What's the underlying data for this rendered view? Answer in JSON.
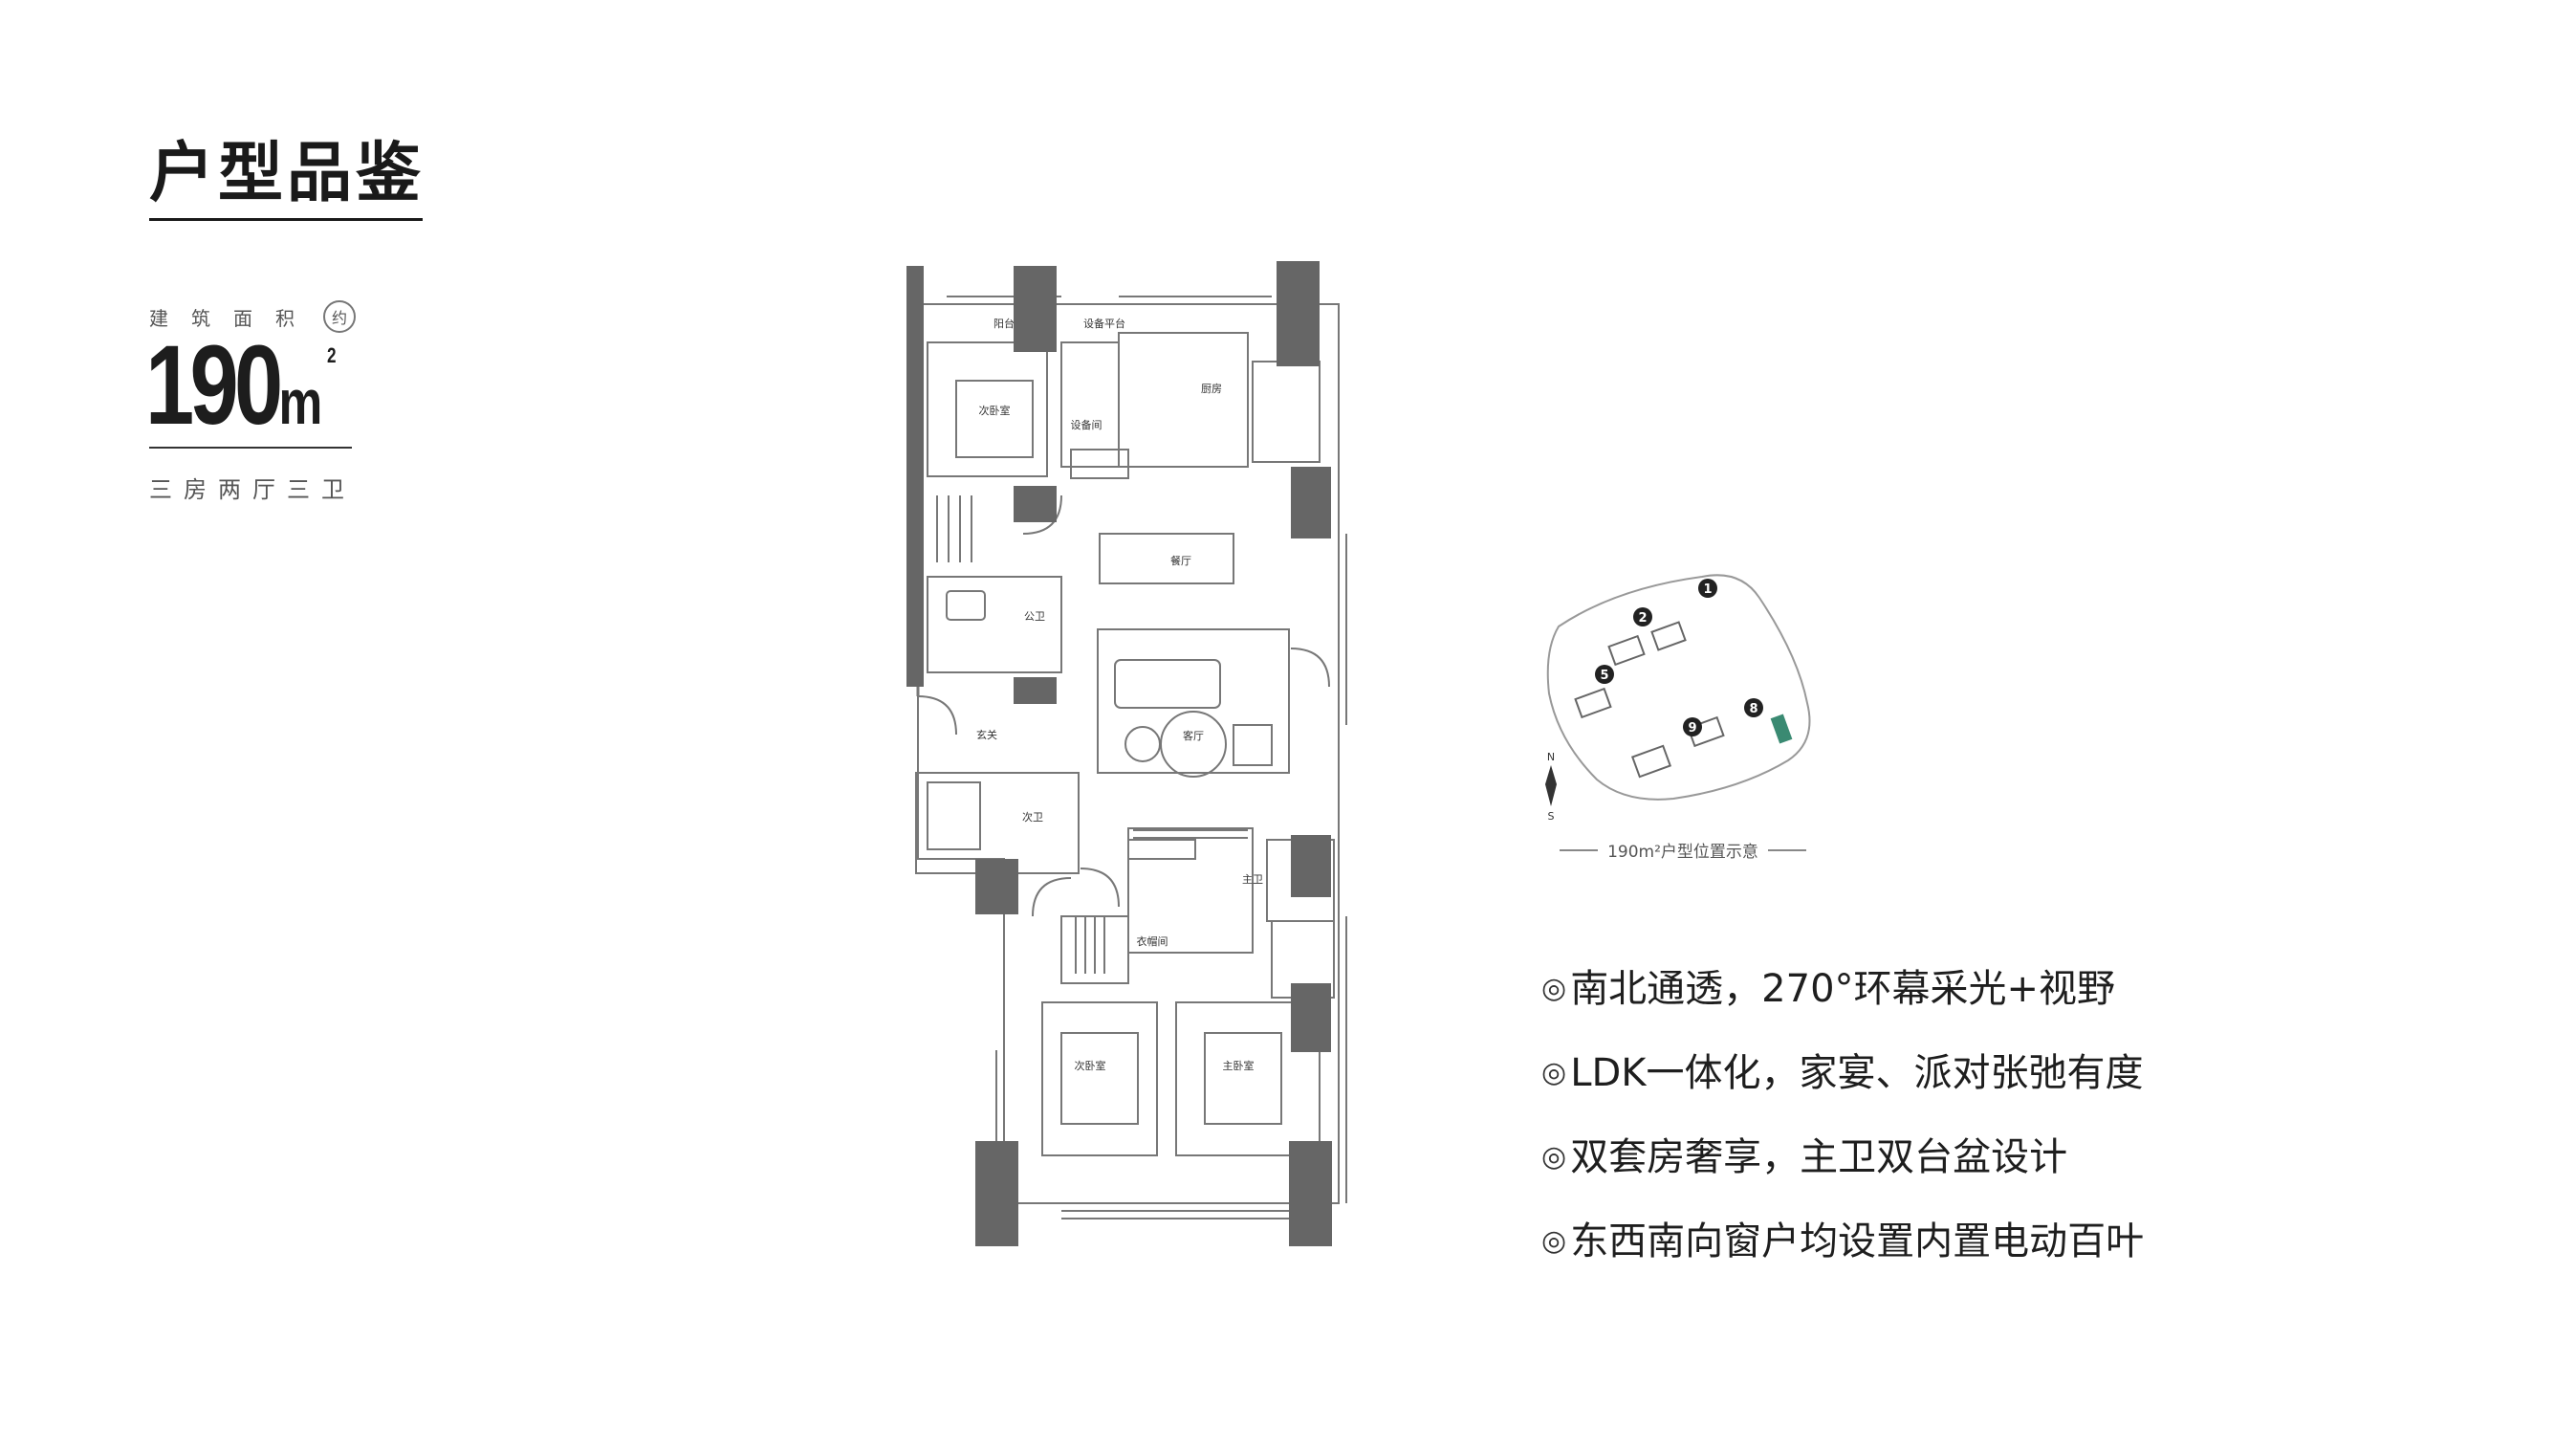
{
  "header": {
    "title": "户型品鉴"
  },
  "area": {
    "label_chars": [
      "建",
      "筑",
      "面",
      "积"
    ],
    "approx": "约",
    "value": "190",
    "unit": "m",
    "unit_sup": "2",
    "layout_type": "三房两厅三卫"
  },
  "floorplan": {
    "rooms": {
      "balcony_small": "阳台",
      "equipment_platform": "设备平台",
      "bedroom_nw": "次卧室",
      "equipment_room": "设备间",
      "kitchen": "厨房",
      "dining": "餐厅",
      "public_bath": "公卫",
      "entrance": "玄关",
      "living": "客厅",
      "second_bath": "次卫",
      "master_bath": "主卫",
      "cloakroom": "衣帽间",
      "bedroom_sw": "次卧室",
      "master_bedroom": "主卧室"
    }
  },
  "siteplan": {
    "buildings": [
      "1",
      "2",
      "5",
      "8",
      "9"
    ],
    "compass_n": "N",
    "compass_s": "S",
    "caption": "190m²户型位置示意",
    "highlight_color": "#3a8a72"
  },
  "features": [
    {
      "bullet": "◎",
      "text": "南北通透，270°环幕采光+视野"
    },
    {
      "bullet": "◎",
      "text": "LDK一体化，家宴、派对张弛有度"
    },
    {
      "bullet": "◎",
      "text": "双套房奢享，主卫双台盆设计"
    },
    {
      "bullet": "◎",
      "text": "东西南向窗户均设置内置电动百叶"
    }
  ]
}
